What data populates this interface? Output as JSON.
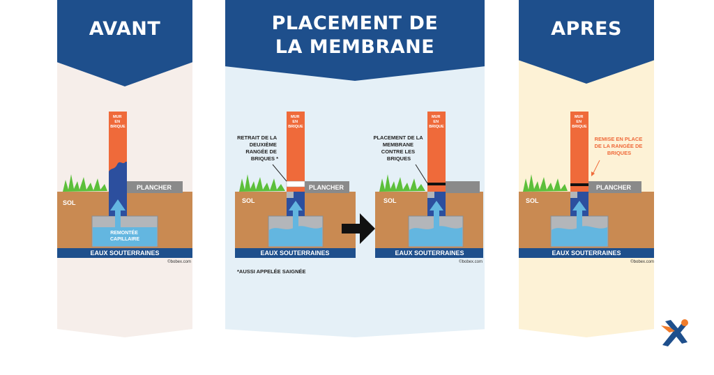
{
  "panels": {
    "avant": {
      "title": "AVANT"
    },
    "placement": {
      "title_line1": "PLACEMENT DE",
      "title_line2": "LA MEMBRANE"
    },
    "apres": {
      "title": "APRES"
    }
  },
  "labels": {
    "wall_line1": "MUR",
    "wall_line2": "EN",
    "wall_line3": "BRIQUE",
    "floor": "PLANCHER",
    "soil": "SOL",
    "groundwater": "EAUX SOUTERRAINES",
    "capillary_line1": "REMONTÉE",
    "capillary_line2": "CAPILLAIRE",
    "credit": "©bobex.com",
    "removal_line1": "RETRAIT DE LA",
    "removal_line2": "DEUXIÈME",
    "removal_line3": "RANGÉE DE",
    "removal_line4": "BRIQUES *",
    "membrane_line1": "PLACEMENT DE LA",
    "membrane_line2": "MEMBRANE",
    "membrane_line3": "CONTRE LES",
    "membrane_line4": "BRIQUES",
    "replace_line1": "REMISE EN PLACE",
    "replace_line2": "DE LA RANGÉE DE",
    "replace_line3": "BRIQUES",
    "footnote": "*AUSSI APPELÉE SAIGNÉE"
  },
  "colors": {
    "banner": "#1e4f8c",
    "brick": "#ef6a3a",
    "soil": "#c98a52",
    "water": "#63b6e0",
    "grass": "#5cbf3a",
    "floor": "#8a8a8a",
    "avant_bg": "#f6eeea",
    "placement_bg": "#e5f0f7",
    "apres_bg": "#fdf2d6",
    "logo_blue": "#1e4f8c",
    "logo_orange": "#f07c2c"
  },
  "icons": {
    "logo": "bobex-person-logo",
    "arrow": "right-arrow-icon"
  }
}
